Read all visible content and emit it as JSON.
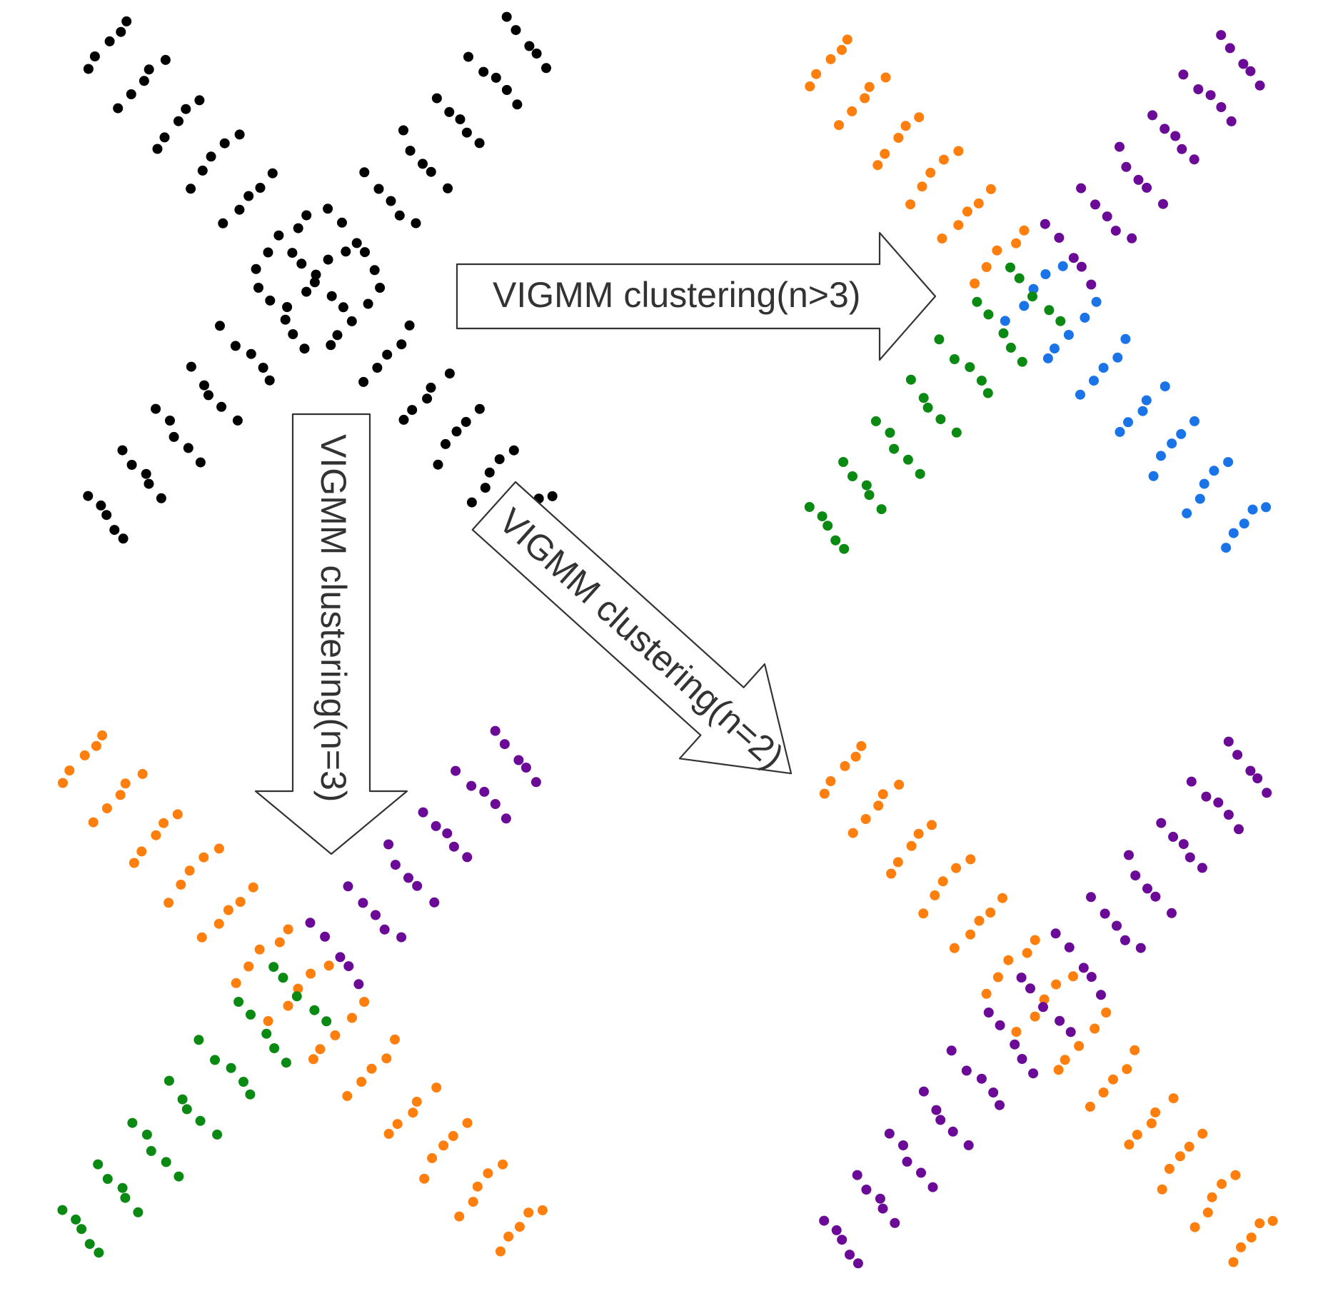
{
  "colors": {
    "input": "#000000",
    "orange": "#ff7f0e",
    "purple": "#6a0a96",
    "green": "#0a8a12",
    "blue": "#1a74e8"
  },
  "arrows": {
    "right": "VIGMM clustering(n>3)",
    "down": "VIGMM clustering(n=3)",
    "diagonal": "VIGMM clustering(n=2)"
  },
  "panels": [
    {
      "id": "input",
      "kind": "unclustered"
    },
    {
      "id": "n_gt_3",
      "clusters": [
        "orange",
        "purple",
        "green",
        "blue"
      ]
    },
    {
      "id": "n_eq_3",
      "clusters": [
        "orange",
        "purple",
        "green"
      ]
    },
    {
      "id": "n_eq_2",
      "clusters": [
        "orange",
        "purple"
      ]
    }
  ]
}
